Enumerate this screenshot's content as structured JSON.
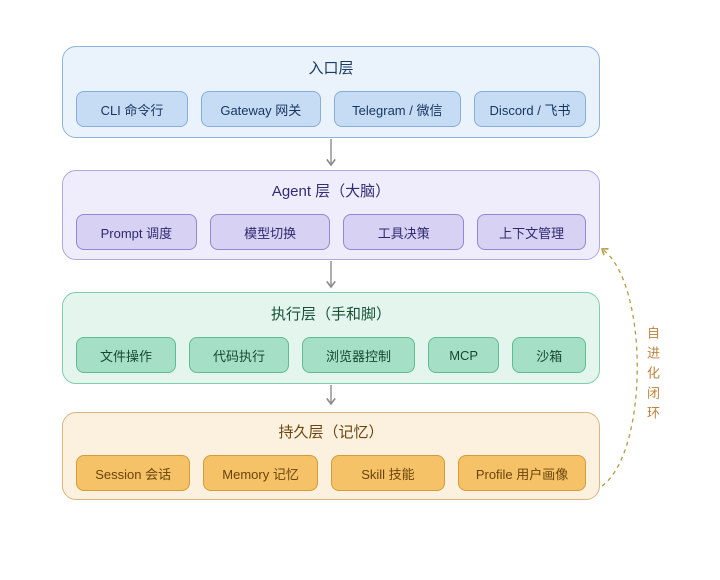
{
  "diagram": {
    "background": "#ffffff",
    "layers": [
      {
        "title": "入口层",
        "boxes": [
          "CLI 命令行",
          "Gateway 网关",
          "Telegram / 微信",
          "Discord / 飞书"
        ],
        "colors": {
          "container_bg": "#EAF2FB",
          "container_border": "#8CB4DF",
          "box_bg": "#C6DCF4",
          "box_border": "#85AEDB",
          "text": "#15355E"
        }
      },
      {
        "title": "Agent 层（大脑）",
        "boxes": [
          "Prompt 调度",
          "模型切换",
          "工具决策",
          "上下文管理"
        ],
        "colors": {
          "container_bg": "#EFECFB",
          "container_border": "#B1A7E3",
          "box_bg": "#D7D1F4",
          "box_border": "#9187D3",
          "text": "#2F2A6E"
        }
      },
      {
        "title": "执行层（手和脚）",
        "boxes": [
          "文件操作",
          "代码执行",
          "浏览器控制",
          "MCP",
          "沙箱"
        ],
        "colors": {
          "container_bg": "#E3F5EC",
          "container_border": "#7FCEAB",
          "box_bg": "#A5DFC5",
          "box_border": "#5EBC92",
          "text": "#14492F"
        }
      },
      {
        "title": "持久层（记忆）",
        "boxes": [
          "Session 会话",
          "Memory 记忆",
          "Skill 技能",
          "Profile 用户画像"
        ],
        "colors": {
          "container_bg": "#FBF1DE",
          "container_border": "#DDB67E",
          "box_bg": "#F5C268",
          "box_border": "#D69A36",
          "text": "#6B440B"
        }
      }
    ],
    "connectors": {
      "down_arrow_color": "#8C8C8C",
      "loop_color": "#B79A45",
      "loop_label": "自进化闭环",
      "loop_label_color": "#C0813B"
    }
  }
}
